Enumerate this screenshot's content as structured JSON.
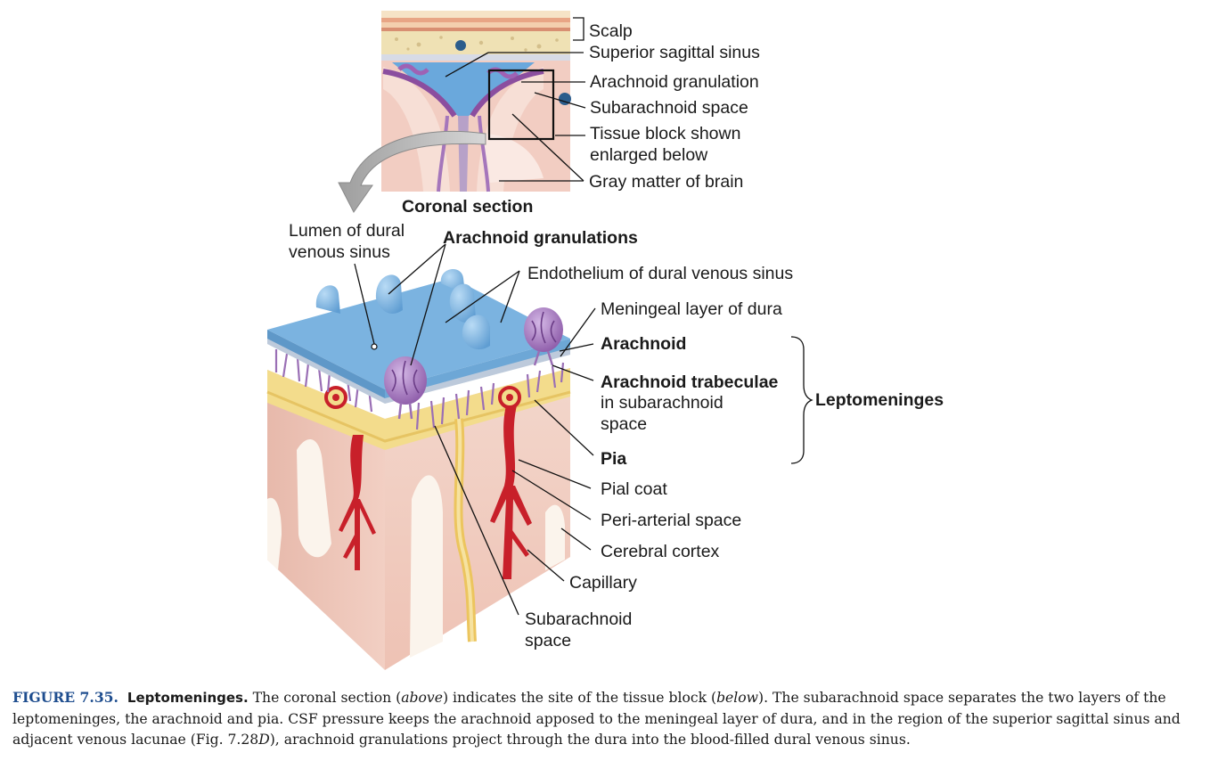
{
  "top_labels": {
    "scalp": "Scalp",
    "superior_sagittal_sinus": "Superior sagittal sinus",
    "arachnoid_granulation": "Arachnoid granulation",
    "subarachnoid_space": "Subarachnoid space",
    "tissue_block_line1": "Tissue block shown",
    "tissue_block_line2": "enlarged below",
    "gray_matter": "Gray matter of brain",
    "coronal_section": "Coronal section"
  },
  "block_labels": {
    "lumen_line1": "Lumen of dural",
    "lumen_line2": "venous sinus",
    "arachnoid_granulations": "Arachnoid granulations",
    "endothelium": "Endothelium of dural venous sinus",
    "meningeal_layer": "Meningeal layer of dura",
    "arachnoid": "Arachnoid",
    "trabeculae_line1": "Arachnoid trabeculae",
    "trabeculae_line2": "in subarachnoid",
    "trabeculae_line3": "space",
    "leptomeninges": "Leptomeninges",
    "pia": "Pia",
    "pial_coat": "Pial coat",
    "peri_arterial_space": "Peri-arterial space",
    "cerebral_cortex": "Cerebral cortex",
    "capillary": "Capillary",
    "subarachnoid_line1": "Subarachnoid",
    "subarachnoid_line2": "space"
  },
  "caption": {
    "label": "FIGURE 7.35.",
    "title": "Leptomeninges.",
    "text_1": " The coronal section (",
    "above": "above",
    "text_2": ") indicates the site of the tissue block (",
    "below": "below",
    "text_3": "). The subarachnoid space separates the two layers of the leptomeninges, the arachnoid and pia. CSF pressure keeps the arachnoid apposed to the meningeal layer of dura, and in the region of the superior sagittal sinus and adjacent venous lacunae (Fig. 7.28",
    "fig_ref": "D",
    "text_4": "), arachnoid granulations project through the dura into the blood-filled dural venous sinus."
  },
  "colors": {
    "sinus_blue": "#7bb3e0",
    "arachnoid_purple": "#9a6fb5",
    "cortex_pink": "#f2cfc4",
    "pia_yellow": "#f3dc8c",
    "artery_red": "#c8202a",
    "caption_blue": "#1f4e8f"
  }
}
